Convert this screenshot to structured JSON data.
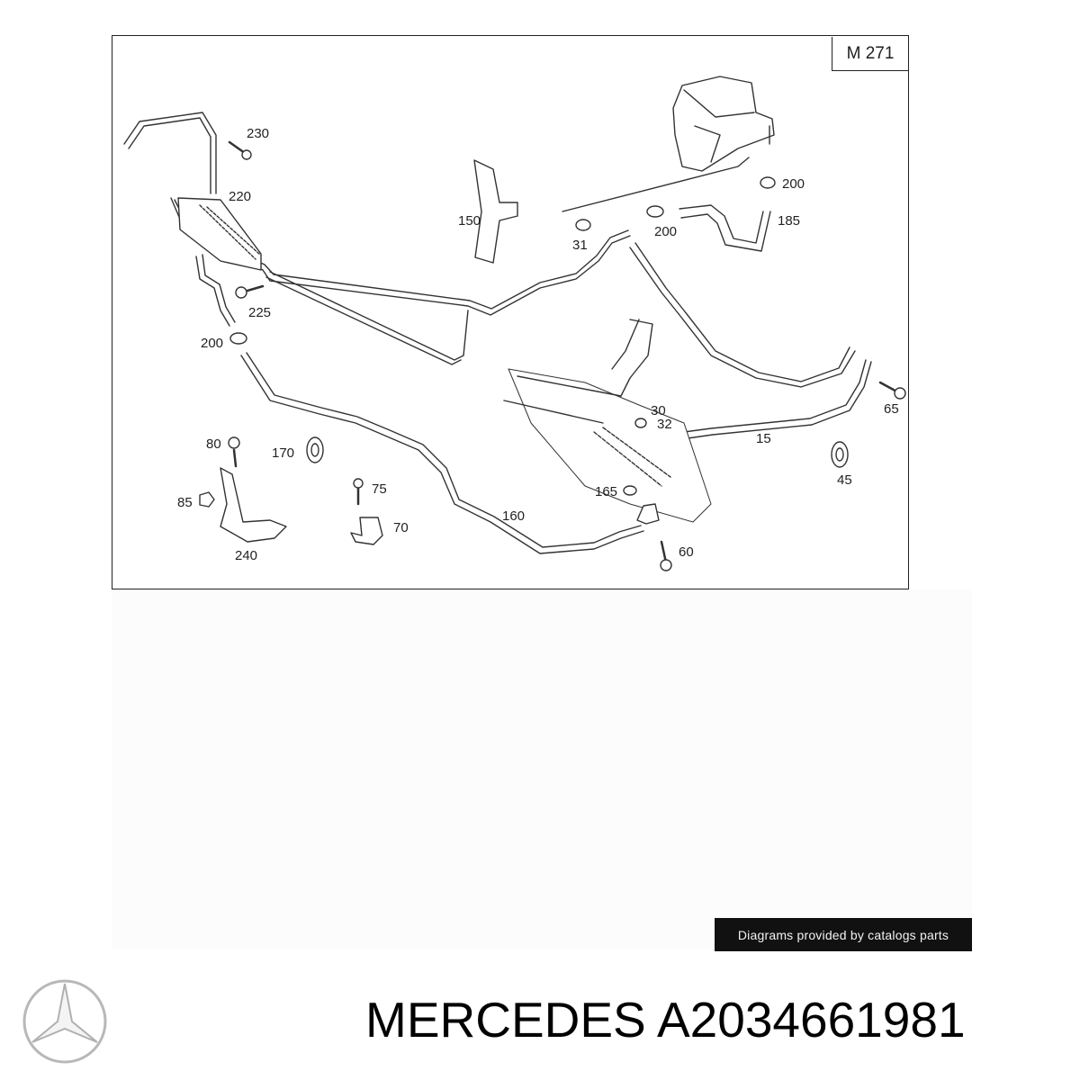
{
  "diagram": {
    "model_badge": "M 271",
    "callouts": [
      {
        "id": "c230",
        "text": "230"
      },
      {
        "id": "c220",
        "text": "220"
      },
      {
        "id": "c150",
        "text": "150"
      },
      {
        "id": "c31",
        "text": "31"
      },
      {
        "id": "c200a",
        "text": "200"
      },
      {
        "id": "c200b",
        "text": "200"
      },
      {
        "id": "c185",
        "text": "185"
      },
      {
        "id": "c225",
        "text": "225"
      },
      {
        "id": "c200c",
        "text": "200"
      },
      {
        "id": "c80",
        "text": "80"
      },
      {
        "id": "c170",
        "text": "170"
      },
      {
        "id": "c75",
        "text": "75"
      },
      {
        "id": "c85",
        "text": "85"
      },
      {
        "id": "c70",
        "text": "70"
      },
      {
        "id": "c240",
        "text": "240"
      },
      {
        "id": "c160",
        "text": "160"
      },
      {
        "id": "c30",
        "text": "30"
      },
      {
        "id": "c32",
        "text": "32"
      },
      {
        "id": "c15",
        "text": "15"
      },
      {
        "id": "c65",
        "text": "65"
      },
      {
        "id": "c45",
        "text": "45"
      },
      {
        "id": "c165",
        "text": "165"
      },
      {
        "id": "c60",
        "text": "60"
      }
    ]
  },
  "credit": "Diagrams provided by catalogs parts",
  "brand": {
    "title": "MERCEDES A2034661981",
    "logo_icon": "mercedes-star-icon"
  }
}
